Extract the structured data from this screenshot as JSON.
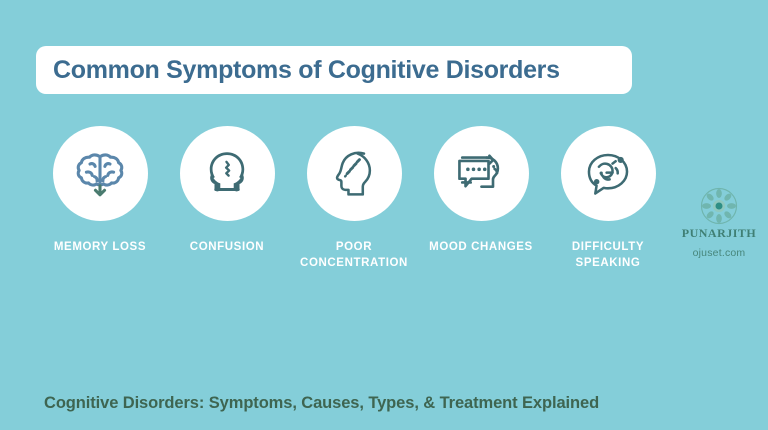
{
  "colors": {
    "background": "#84ced9",
    "title_card": "#ffffff",
    "title_text": "#3c6c90",
    "label_text": "#ffffff",
    "icon_brain": "#5b87ab",
    "icon_dark_teal": "#3e6b73",
    "brand_green": "#3f7f74",
    "caption_text": "#3e6551"
  },
  "header": {
    "title": "Common Symptoms of Cognitive Disorders"
  },
  "symptoms": [
    {
      "icon": "brain-down-arrow-icon",
      "label": "MEMORY LOSS"
    },
    {
      "icon": "cracked-head-icon",
      "label": "CONFUSION"
    },
    {
      "icon": "head-scattered-marks-icon",
      "label": "POOR\nCONCENTRATION"
    },
    {
      "icon": "speech-bubble-face-icon",
      "label": "MOOD CHANGES"
    },
    {
      "icon": "speech-bubble-swirl-icon",
      "label": "DIFFICULTY\nSPEAKING"
    }
  ],
  "brand": {
    "emblem": "floral-mandala-icon",
    "name": "PUNARJITH",
    "website": "ojuset.com"
  },
  "footer": {
    "caption": "Cognitive Disorders: Symptoms, Causes, Types, & Treatment Explained"
  }
}
